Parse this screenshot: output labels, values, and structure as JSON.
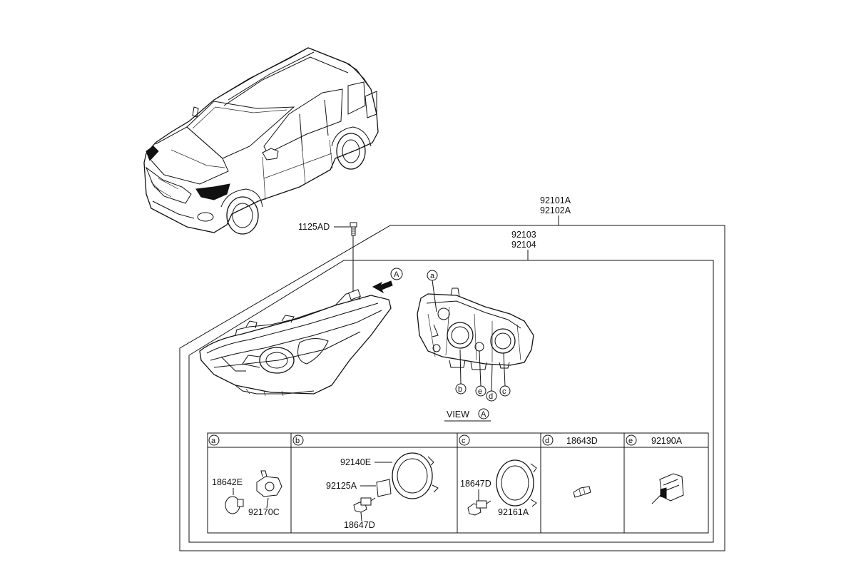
{
  "assembly": {
    "outer_part_line1": "92101A",
    "outer_part_line2": "92102A",
    "inner_part_line1": "92103",
    "inner_part_line2": "92104",
    "screw_part": "1125AD"
  },
  "view": {
    "marker_letter": "A",
    "caption_word": "VIEW",
    "caption_letter": "A"
  },
  "callouts": [
    "a",
    "b",
    "c",
    "d",
    "e"
  ],
  "parts_table": {
    "columns": [
      {
        "letter": "a",
        "header_part": ""
      },
      {
        "letter": "b",
        "header_part": ""
      },
      {
        "letter": "c",
        "header_part": ""
      },
      {
        "letter": "d",
        "header_part": "18643D"
      },
      {
        "letter": "e",
        "header_part": "92190A"
      }
    ],
    "cell_a": {
      "bulb": "18642E",
      "socket": "92170C"
    },
    "cell_b": {
      "cap": "92140E",
      "gasket": "92125A",
      "bulb": "18647D"
    },
    "cell_c": {
      "bulb": "18647D",
      "cap": "92161A"
    }
  }
}
